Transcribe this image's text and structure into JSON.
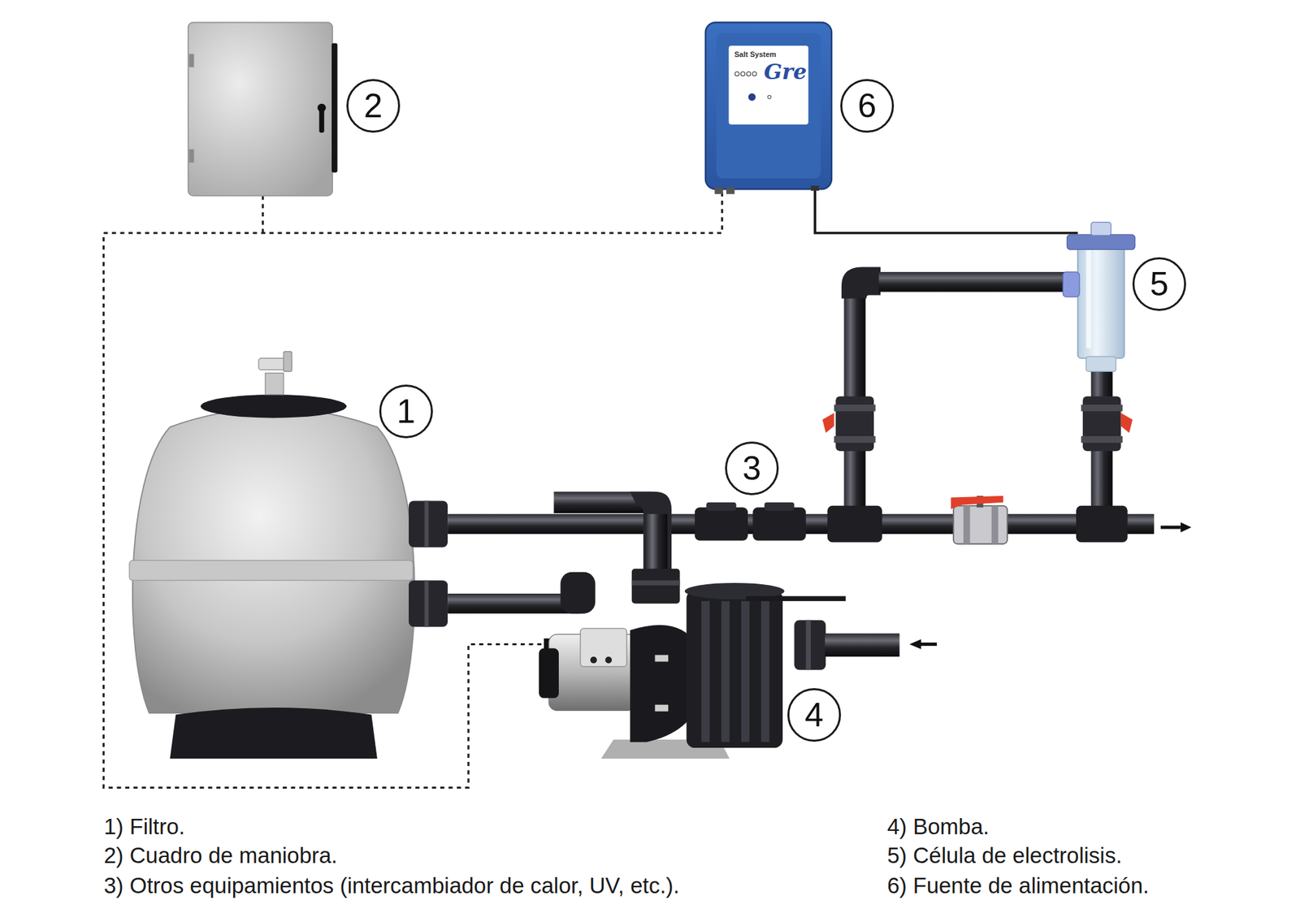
{
  "diagram": {
    "nodes": [
      {
        "text": [
          "2"
        ]
      },
      {
        "text": [
          "6"
        ]
      },
      {
        "text": [
          "5"
        ]
      },
      {
        "text": [
          "1"
        ]
      },
      {
        "text": [
          "3"
        ]
      },
      {
        "text": [
          "4"
        ]
      }
    ],
    "labels": [
      "Salt System",
      "Gre",
      "1) Filtro.",
      "2) Cuadro de maniobra.",
      "3) Otros equipamientos (intercambiador de calor, UV, etc.).",
      "4) Bomba.",
      "5) Célula de electrolisis.",
      "6) Fuente de alimentación."
    ]
  }
}
